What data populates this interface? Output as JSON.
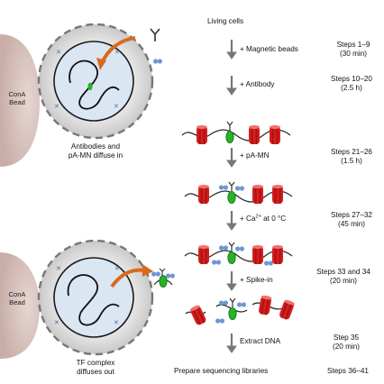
{
  "colors": {
    "bead": "#d6c1bd",
    "nucleus_fill": "#dbe6f3",
    "halo": "#d4d4d4",
    "arrow_orange": "#d86a1e",
    "nucleosome": "#d81e1e",
    "tf": "#27b327",
    "pamn": "#6f97d0",
    "step_arrow": "#777777"
  },
  "top_cell": {
    "bead_label": "ConA\nBead",
    "caption": "Antibodies and\npA-MN diffuse in"
  },
  "bottom_cell": {
    "bead_label": "ConA\nBead",
    "caption": "TF complex\ndiffuses out"
  },
  "protocol": {
    "start": "Living cells",
    "steps": [
      {
        "label": "+ Magnetic beads",
        "steps": "Steps 1–9",
        "time": "(30 min)"
      },
      {
        "label": "+ Antibody",
        "steps": "Steps 10–20",
        "time": "(2.5 h)"
      },
      {
        "label": "+ pA-MN",
        "steps": "Steps 21–26",
        "time": "(1.5 h)"
      },
      {
        "label_pre": "+ Ca",
        "label_sup": "2+",
        "label_post": " at 0 °C",
        "steps": "Steps 27–32",
        "time": "(45 min)"
      },
      {
        "label": "+ Spike-in",
        "steps": "Steps 33 and 34",
        "time": "(20 min)"
      },
      {
        "label": "Extract DNA",
        "steps": "Step 35",
        "time": "(20 min)"
      }
    ],
    "end": "Prepare sequencing libraries",
    "end_steps": "Steps 36–41"
  },
  "icons": [
    "antibody-icon",
    "pa-mn-icon",
    "nucleosome-icon",
    "transcription-factor-icon"
  ]
}
